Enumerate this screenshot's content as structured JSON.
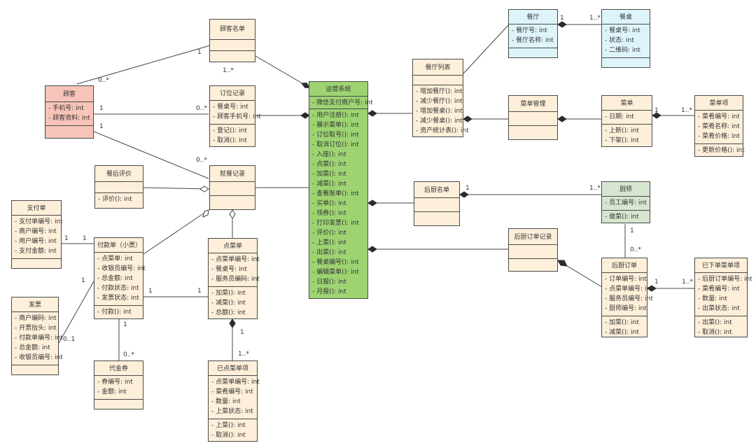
{
  "colors": {
    "yellow": "#fdefd9",
    "blue": "#def4fb",
    "pink": "#f8c3b8",
    "green": "#9ed372",
    "sage": "#d6e6cf",
    "line": "#444444"
  },
  "classes": {
    "customer_list": {
      "name": "顾客名单",
      "attrs": [],
      "ops": []
    },
    "restaurant": {
      "name": "餐厅",
      "attrs": [
        "- 餐厅号: int",
        "- 餐厅名称: int"
      ],
      "ops": []
    },
    "table": {
      "name": "餐桌",
      "attrs": [
        "- 餐桌号: int",
        "- 状态: int",
        "- 二维码: int"
      ],
      "ops": []
    },
    "customer": {
      "name": "顾客",
      "attrs": [
        "- 手机号: int",
        "- 顾客资料: int"
      ],
      "ops": []
    },
    "reservation": {
      "name": "订位记录",
      "attrs": [
        "- 餐桌号: int",
        "- 顾客手机号: int"
      ],
      "ops": [
        "- 登记(): int",
        "- 取消(): int"
      ]
    },
    "restaurant_list": {
      "name": "餐厅列表",
      "attrs": [],
      "ops": [
        "- 增加餐厅(): int",
        "- 减少餐厅(): int",
        "- 增加餐桌(): int",
        "- 减少餐桌(): int",
        "- 资产统计表(): int"
      ]
    },
    "ops_system": {
      "name": "运营系统",
      "attrs": [
        "- 微信支付商户号: int"
      ],
      "ops": [
        "- 用户注册(): int",
        "- 展示菜单(): int",
        "- 订位取号(): int",
        "- 取消订位(): int",
        "- 入座(): int",
        "- 点菜(): int",
        "- 加菜(): int",
        "- 减菜(): int",
        "- 查看账单(): int",
        "- 买单(): int",
        "- 领券(): int",
        "- 打印发票(): int",
        "- 评价(): int",
        "- 上菜(): int",
        "- 出菜(): int",
        "- 餐桌编号(): int",
        "- 编辑菜单(): int",
        "- 日报(): int",
        "- 月报(): int"
      ]
    },
    "menu_mgmt": {
      "name": "菜单管理",
      "attrs": [],
      "ops": []
    },
    "menu": {
      "name": "菜单",
      "attrs": [
        "- 日期: int"
      ],
      "ops": [
        "- 上新(): int",
        "- 下架(): int"
      ]
    },
    "menu_item": {
      "name": "菜单项",
      "attrs": [
        "- 菜肴编号: int",
        "- 菜肴名称: int",
        "- 菜肴价格: int"
      ],
      "ops": [
        "- 更新价格(): int"
      ]
    },
    "review": {
      "name": "餐后评价",
      "attrs": [],
      "ops": [
        "- 评价(): int"
      ]
    },
    "dining_record": {
      "name": "就餐记录",
      "attrs": [],
      "ops": []
    },
    "kitchen_list": {
      "name": "后厨名单",
      "attrs": [],
      "ops": []
    },
    "chef": {
      "name": "厨师",
      "attrs": [
        "- 员工编号: int"
      ],
      "ops": [
        "- 做菜(): int"
      ]
    },
    "payment_slip": {
      "name": "支付单",
      "attrs": [
        "- 支付单编号: int",
        "- 商户编号: int",
        "- 用户编号: int",
        "- 支付金额: int"
      ],
      "ops": []
    },
    "payment": {
      "name": "付款单（小票）",
      "attrs": [
        "- 点菜单: int",
        "- 收银员编号: int",
        "- 总金额: int",
        "- 付款状态: int",
        "- 发票状态: int"
      ],
      "ops": [
        "- 付款(): int"
      ]
    },
    "order_sheet": {
      "name": "点菜单",
      "attrs": [
        "- 点菜单编号: int",
        "- 餐桌号: int",
        "- 服务员编码: int"
      ],
      "ops": [
        "- 加菜(): int",
        "- 减菜(): int",
        "- 总额(): int"
      ]
    },
    "kitchen_order_rec": {
      "name": "后厨订单记录",
      "attrs": [],
      "ops": []
    },
    "kitchen_order": {
      "name": "后厨订单",
      "attrs": [
        "- 订单编号: int",
        "- 点菜单编号: int",
        "- 服务员编号: int",
        "- 厨师编号: int"
      ],
      "ops": [
        "- 加菜(): int",
        "- 减菜(): int"
      ]
    },
    "placed_item": {
      "name": "已下单菜单项",
      "attrs": [
        "- 后厨订单编号: int",
        "- 菜肴编号: int",
        "- 数量: int",
        "- 出菜状态: int"
      ],
      "ops": [
        "- 出菜(): int",
        "- 取消(): int"
      ]
    },
    "invoice": {
      "name": "发票",
      "attrs": [
        "- 商户编码: int",
        "- 开票抬头: int",
        "- 付款单编号: int",
        "- 总金额: int",
        "- 收银员编号: int"
      ],
      "ops": []
    },
    "voucher": {
      "name": "代金券",
      "attrs": [
        "- 券编号: int",
        "- 金额: int"
      ],
      "ops": []
    },
    "ordered_item": {
      "name": "已点菜单项",
      "attrs": [
        "- 点菜单编号: int",
        "- 菜肴编号: int",
        "- 数量: int",
        "- 上菜状态: int"
      ],
      "ops": [
        "- 上菜(): int",
        "- 取消(): int"
      ]
    }
  },
  "multiplicities": {
    "m01": "1",
    "m02": "1..*",
    "m03": "1",
    "m04": "0..*",
    "m05": "1",
    "m06": "0..*",
    "m07": "1",
    "m08": "0..*",
    "m09": "1",
    "m10": "1..*",
    "m11": "1",
    "m12": "1..*",
    "m13": "1",
    "m14": "1",
    "m15": "1",
    "m16": "0..1",
    "m17": "1",
    "m18": "1",
    "m19": "1",
    "m20": "0..*",
    "m21": "1",
    "m22": "1..*",
    "m23": "1",
    "m24": "0..*",
    "m25": "1",
    "m26": "1..*"
  }
}
